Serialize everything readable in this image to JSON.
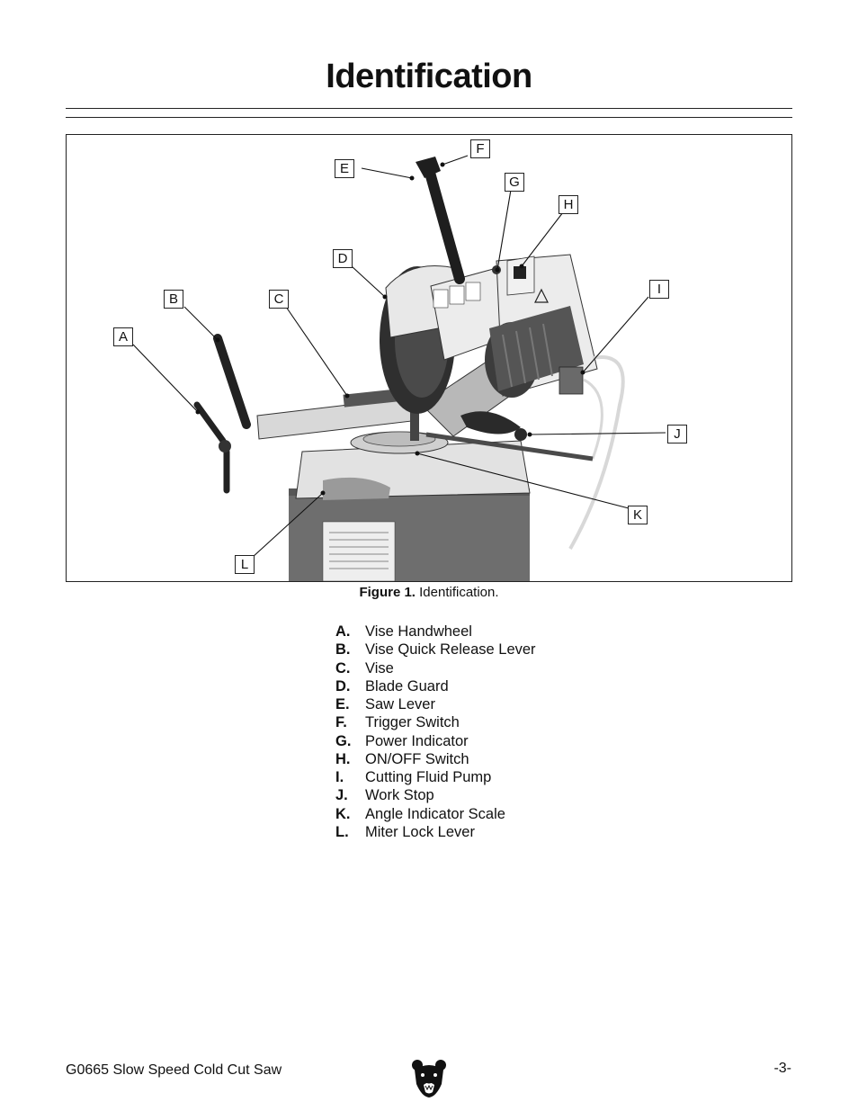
{
  "page": {
    "title": "Identification"
  },
  "figure": {
    "caption_label": "Figure 1.",
    "caption_text": "Identification.",
    "callouts": [
      "A",
      "B",
      "C",
      "D",
      "E",
      "F",
      "G",
      "H",
      "I",
      "J",
      "K",
      "L"
    ]
  },
  "parts": [
    {
      "letter": "A.",
      "name": "Vise Handwheel"
    },
    {
      "letter": "B.",
      "name": "Vise Quick Release Lever"
    },
    {
      "letter": "C.",
      "name": "Vise"
    },
    {
      "letter": "D.",
      "name": "Blade Guard"
    },
    {
      "letter": "E.",
      "name": "Saw Lever"
    },
    {
      "letter": "F.",
      "name": "Trigger Switch"
    },
    {
      "letter": "G.",
      "name": "Power Indicator"
    },
    {
      "letter": "H.",
      "name": "ON/OFF Switch"
    },
    {
      "letter": "I.",
      "name": "Cutting Fluid Pump"
    },
    {
      "letter": "J.",
      "name": "Work Stop"
    },
    {
      "letter": "K.",
      "name": "Angle Indicator Scale"
    },
    {
      "letter": "L.",
      "name": "Miter Lock Lever"
    }
  ],
  "footer": {
    "model": "G0665 Slow Speed Cold Cut Saw",
    "page_number": "-3-",
    "logo_icon": "grizzly-bear-icon"
  }
}
